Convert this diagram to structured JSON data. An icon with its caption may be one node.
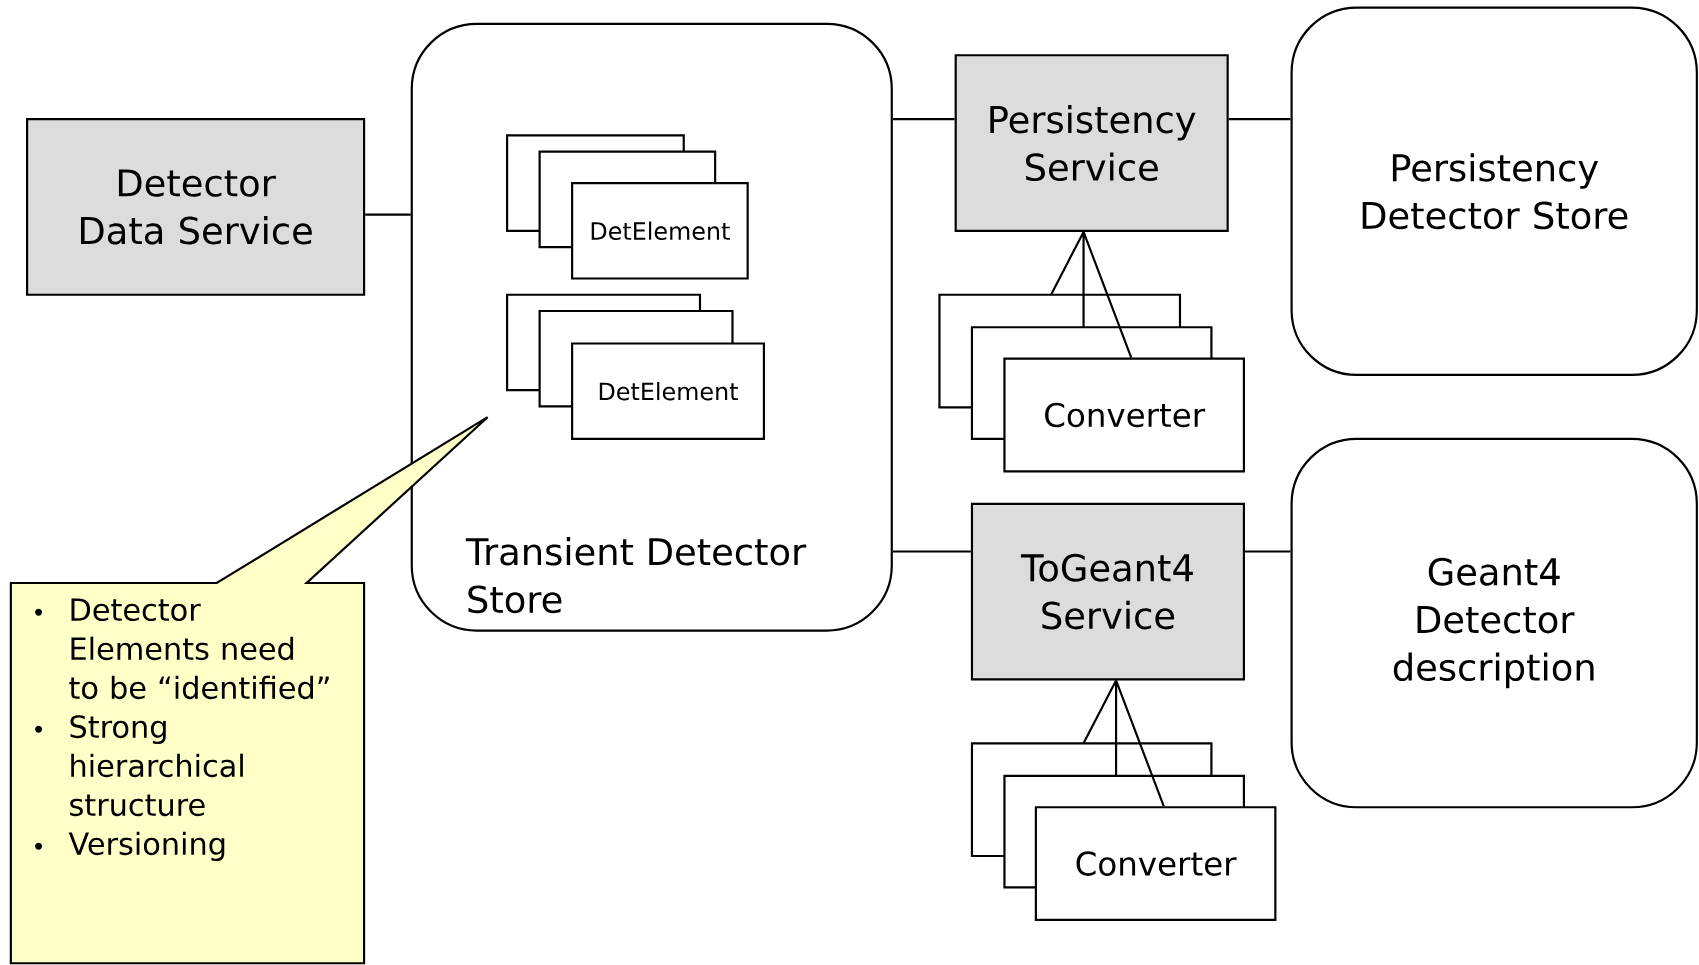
{
  "diagram": {
    "nodes": [
      {
        "text": [
          "Detector Data Service"
        ]
      },
      {
        "text": [
          "Transient Detector Store"
        ]
      },
      {
        "text": [
          "DetElement"
        ],
        "in": 1
      },
      {
        "text": [
          "DetElement"
        ],
        "in": 1
      },
      {
        "text": [
          "Persistency Service"
        ]
      },
      {
        "text": [
          "Converter"
        ]
      },
      {
        "text": [
          "Persistency Detector Store"
        ]
      },
      {
        "text": [
          "ToGeant4 Service"
        ]
      },
      {
        "text": [
          "Converter"
        ]
      },
      {
        "text": [
          "Geant4 Detector description"
        ]
      },
      {
        "text": [
          "Detector Elements need to be “identified”",
          "Strong hierarchical structure",
          "Versioning"
        ]
      }
    ],
    "edges": [
      {
        "from": 0,
        "to": 1,
        "arrow": "none"
      },
      {
        "from": 1,
        "to": 4,
        "arrow": "none"
      },
      {
        "from": 4,
        "to": 6,
        "arrow": "none"
      },
      {
        "from": 4,
        "to": 5,
        "arrow": "none"
      },
      {
        "from": 1,
        "to": 7,
        "arrow": "none"
      },
      {
        "from": 7,
        "to": 9,
        "arrow": "none"
      },
      {
        "from": 7,
        "to": 8,
        "arrow": "none"
      }
    ]
  }
}
